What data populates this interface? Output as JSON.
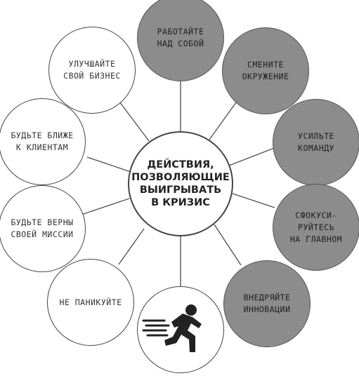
{
  "diagram": {
    "center": "ДЕЙСТВИЯ,\nПОЗВОЛЯЮЩИЕ\nВЫИГРЫВАТЬ\nВ КРИЗИС",
    "nodes": {
      "rabotayte": "РАБОТАЙТЕ\nНАД СОБОЙ",
      "smenite": "СМЕНИТЕ\nОКРУЖЕНИЕ",
      "usilte": "УСИЛЬТЕ\nКОМАНДУ",
      "sfokusiruytes": "СФОКУСИ-\nРУЙТЕСЬ\nНА ГЛАВНОМ",
      "vnedryayte": "ВНЕДРЯЙТЕ\nИННОВАЦИИ",
      "ne_panikuyte": "НЕ ПАНИКУЙТЕ",
      "budte_verny": "БУДЬТЕ ВЕРНЫ\nСВОЕЙ МИССИИ",
      "budte_blizhe": "БУДЬТЕ БЛИЖЕ\nК КЛИЕНТАМ",
      "uluchshayte": "УЛУЧШАЙТЕ\nСВОЙ БИЗНЕС"
    },
    "icons": {
      "runner": "running-person-icon"
    },
    "colors": {
      "highlight_fill": "#8c8c8c",
      "stroke": "#444444"
    }
  }
}
